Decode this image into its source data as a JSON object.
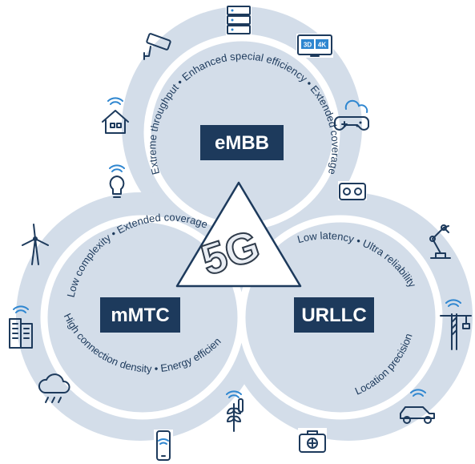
{
  "accent_color": "#1d3a5c",
  "ring_color": "#d3dde9",
  "usage_scenarios": [
    {
      "name": "eMBB",
      "features": [
        "Extreme throughput",
        "Enhanced special efficiency",
        "Extended coverage"
      ]
    },
    {
      "name": "mMTC",
      "features": [
        "Low complexity",
        "Extended coverage",
        "High connection density",
        "Energy efficiency"
      ]
    },
    {
      "name": "URLLC",
      "features": [
        "Low latency",
        "Ultra reliability",
        "Location precision"
      ]
    }
  ],
  "center_label": "5G",
  "icon_labels": {
    "display_3d": "3D",
    "display_4k": "4K"
  },
  "icons": [
    "server-rack",
    "security-camera",
    "3d-4k-display",
    "smart-home",
    "game-controller-cloud",
    "smart-bulb",
    "vr-headset",
    "wind-turbine",
    "robot-arm",
    "smart-building",
    "crane",
    "weather-cloud",
    "smart-agriculture",
    "connected-car",
    "smartphone",
    "medical-kit"
  ]
}
